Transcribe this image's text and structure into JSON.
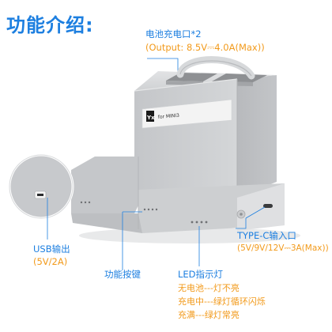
{
  "title": "功能介绍:",
  "battery_port": {
    "label": "电池充电口*2",
    "spec": "(Output: 8.5V⎓4.0A(Max))"
  },
  "usb_output": {
    "label": "USB输出",
    "spec": "(5V/2A)"
  },
  "function_button": {
    "label": "功能按键"
  },
  "type_c_input": {
    "label": "TYPE-C输入口",
    "spec": "(5V/9V/12V⎓3A(Max))"
  },
  "led_indicator": {
    "label": "LED指示灯",
    "states": [
      "无电池---灯不亮",
      "充电中---绿灯循环闪烁",
      "充满---绿灯常亮"
    ]
  },
  "product": {
    "brand": "Yx",
    "model": "for MINI3"
  },
  "colors": {
    "title": "#1d7fe0",
    "callout_text": "#1d7fe0",
    "highlight_text": "#f29a1b",
    "body_gray": "#c9cbce"
  }
}
